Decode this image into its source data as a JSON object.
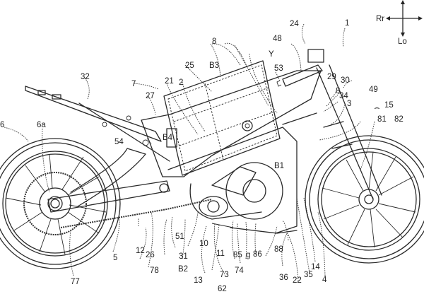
{
  "figure": {
    "type": "patent-drawing",
    "subject": "electric motorcycle side view",
    "direction_indicator": {
      "left": "Rr",
      "down": "Lo"
    },
    "labels": [
      {
        "id": "1",
        "text": "1"
      },
      {
        "id": "2",
        "text": "2"
      },
      {
        "id": "3",
        "text": "3"
      },
      {
        "id": "4",
        "text": "4"
      },
      {
        "id": "5",
        "text": "5"
      },
      {
        "id": "6",
        "text": "6"
      },
      {
        "id": "6a",
        "text": "6a"
      },
      {
        "id": "7",
        "text": "7"
      },
      {
        "id": "8a",
        "text": "8"
      },
      {
        "id": "8b",
        "text": "8"
      },
      {
        "id": "10",
        "text": "10"
      },
      {
        "id": "11",
        "text": "11"
      },
      {
        "id": "12",
        "text": "12"
      },
      {
        "id": "13",
        "text": "13"
      },
      {
        "id": "14",
        "text": "14"
      },
      {
        "id": "15",
        "text": "15"
      },
      {
        "id": "21",
        "text": "21"
      },
      {
        "id": "22",
        "text": "22"
      },
      {
        "id": "24",
        "text": "24"
      },
      {
        "id": "25",
        "text": "25"
      },
      {
        "id": "26",
        "text": "26"
      },
      {
        "id": "27",
        "text": "27"
      },
      {
        "id": "29",
        "text": "29"
      },
      {
        "id": "30",
        "text": "30"
      },
      {
        "id": "31",
        "text": "31"
      },
      {
        "id": "32",
        "text": "32"
      },
      {
        "id": "34",
        "text": "34"
      },
      {
        "id": "35",
        "text": "35"
      },
      {
        "id": "36",
        "text": "36"
      },
      {
        "id": "48",
        "text": "48"
      },
      {
        "id": "49",
        "text": "49"
      },
      {
        "id": "51",
        "text": "51"
      },
      {
        "id": "53",
        "text": "53"
      },
      {
        "id": "54",
        "text": "54"
      },
      {
        "id": "62",
        "text": "62"
      },
      {
        "id": "73",
        "text": "73"
      },
      {
        "id": "74",
        "text": "74"
      },
      {
        "id": "77",
        "text": "77"
      },
      {
        "id": "78",
        "text": "78"
      },
      {
        "id": "81",
        "text": "81"
      },
      {
        "id": "82",
        "text": "82"
      },
      {
        "id": "85",
        "text": "85"
      },
      {
        "id": "86",
        "text": "86"
      },
      {
        "id": "88",
        "text": "88"
      },
      {
        "id": "g",
        "text": "g"
      },
      {
        "id": "Y",
        "text": "Y"
      },
      {
        "id": "B1",
        "text": "B1"
      },
      {
        "id": "B2",
        "text": "B2"
      },
      {
        "id": "B3",
        "text": "B3"
      },
      {
        "id": "B4",
        "text": "B4"
      }
    ]
  }
}
